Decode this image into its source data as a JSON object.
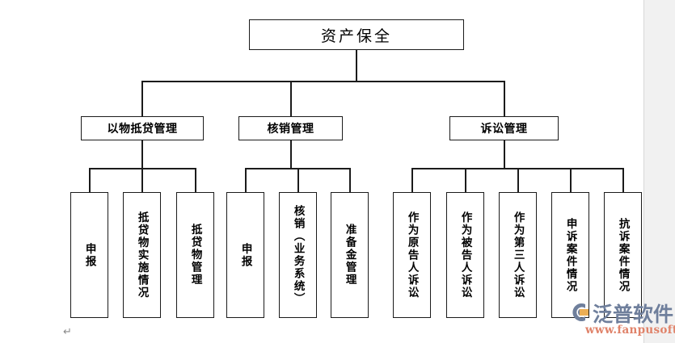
{
  "diagram": {
    "type": "org-chart",
    "root": {
      "label": "资产保全"
    },
    "groups": [
      {
        "label": "以物抵贷管理",
        "children": [
          {
            "label": "申报"
          },
          {
            "label": "抵贷物实施情况"
          },
          {
            "label": "抵贷物管理"
          }
        ]
      },
      {
        "label": "核销管理",
        "children": [
          {
            "label": "申报"
          },
          {
            "label": "核销（业务系统）"
          },
          {
            "label": "准备金管理"
          }
        ]
      },
      {
        "label": "诉讼管理",
        "children": [
          {
            "label": "作为原告人诉讼"
          },
          {
            "label": "作为被告人诉讼"
          },
          {
            "label": "作为第三人诉讼"
          },
          {
            "label": "申诉案件情况"
          },
          {
            "label": "抗诉案件情况"
          }
        ]
      }
    ]
  },
  "document": {
    "paragraph_mark": "↵"
  },
  "watermark": {
    "brand": "泛普软件",
    "url": "www.fanpusoft.com",
    "brand_color": "#6f7f9c",
    "url_color": "#e0836a",
    "accent_color": "#e8a33d"
  },
  "colors": {
    "line": "#1b1b1b",
    "box_fill": "#ffffff",
    "page_margin": "#f1f1f1",
    "canvas": "#ffffff"
  }
}
